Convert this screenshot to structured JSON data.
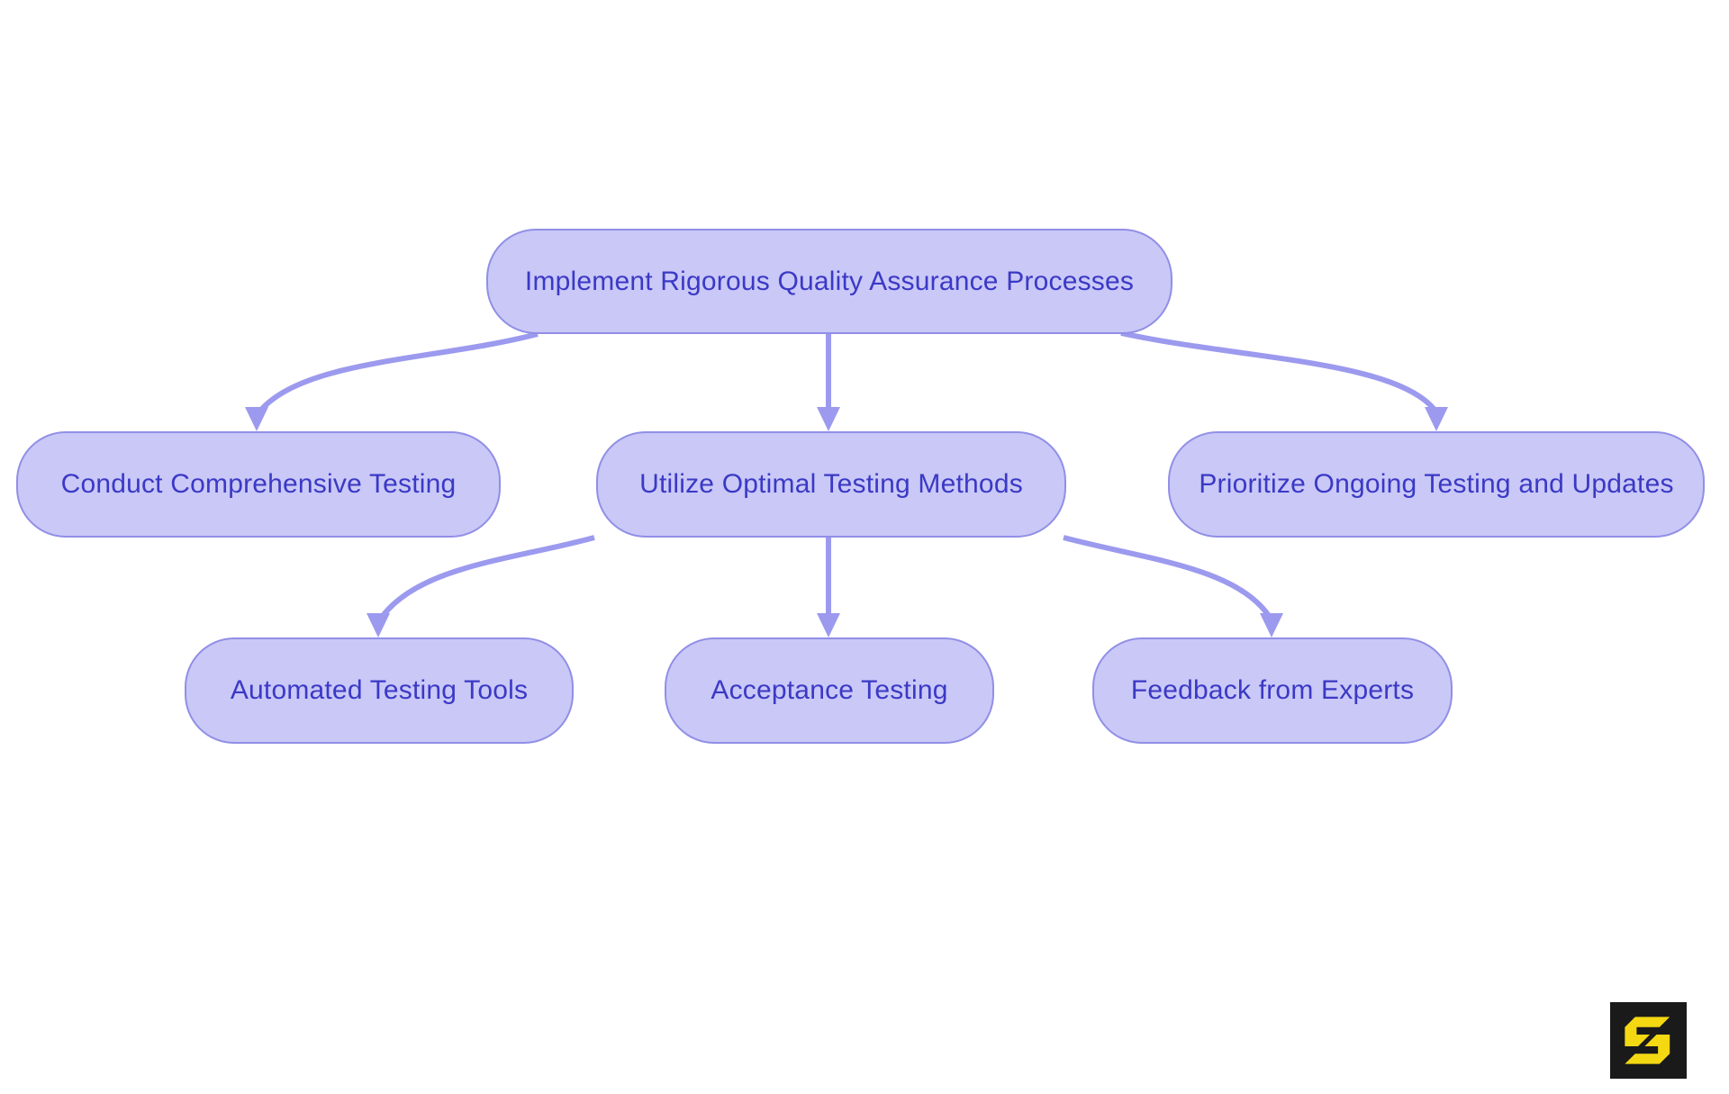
{
  "diagram": {
    "type": "flowchart",
    "background": "#FFFFFF",
    "nodes": {
      "root": {
        "label": "Implement Rigorous Quality Assurance Processes",
        "level": 0
      },
      "conduct": {
        "label": "Conduct Comprehensive Testing",
        "level": 1
      },
      "methods": {
        "label": "Utilize Optimal Testing Methods",
        "level": 1
      },
      "prioritize": {
        "label": "Prioritize Ongoing Testing and Updates",
        "level": 1
      },
      "automated": {
        "label": "Automated Testing Tools",
        "level": 2
      },
      "acceptance": {
        "label": "Acceptance Testing",
        "level": 2
      },
      "feedback": {
        "label": "Feedback from Experts",
        "level": 2
      }
    },
    "edges": [
      {
        "from": "root",
        "to": "conduct"
      },
      {
        "from": "root",
        "to": "methods"
      },
      {
        "from": "root",
        "to": "prioritize"
      },
      {
        "from": "methods",
        "to": "automated"
      },
      {
        "from": "methods",
        "to": "acceptance"
      },
      {
        "from": "methods",
        "to": "feedback"
      }
    ],
    "colors": {
      "node_fill": "#C9C8F7",
      "node_border": "#918FE6",
      "node_text": "#3B39C5",
      "arrow": "#9C9AEE",
      "logo_background": "#1A1A1A",
      "logo_glyph": "#F4D812"
    },
    "logo": {
      "name": "angular-s-logo"
    }
  }
}
